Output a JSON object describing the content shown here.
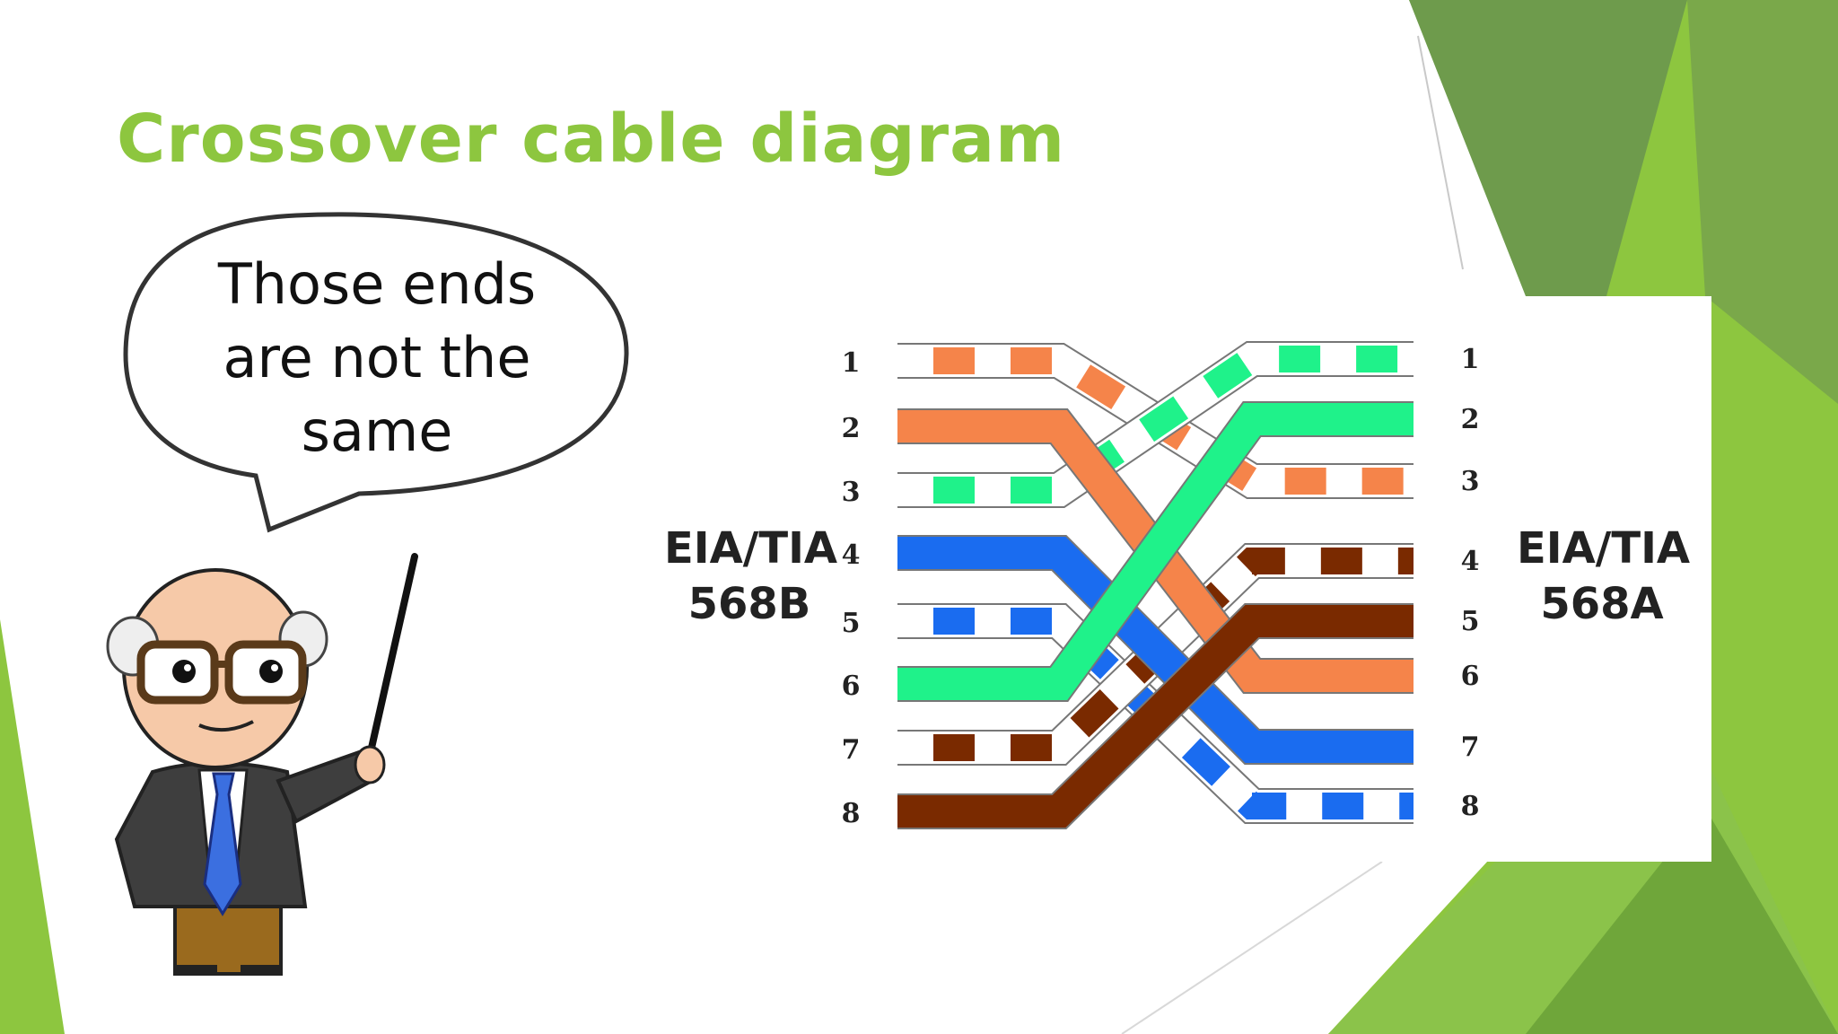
{
  "slide": {
    "title": "Crossover cable diagram",
    "speech_bubble": [
      "Those ends",
      "are not the",
      "same"
    ]
  },
  "diagram": {
    "left_standard": [
      "EIA/TIA",
      "568B"
    ],
    "right_standard": [
      "EIA/TIA",
      "568A"
    ],
    "pin_numbers": [
      "1",
      "2",
      "3",
      "4",
      "5",
      "6",
      "7",
      "8"
    ],
    "left_wires": [
      {
        "pin": "1",
        "color": "orange",
        "striped": true
      },
      {
        "pin": "2",
        "color": "orange",
        "striped": false
      },
      {
        "pin": "3",
        "color": "green",
        "striped": true
      },
      {
        "pin": "4",
        "color": "blue",
        "striped": false
      },
      {
        "pin": "5",
        "color": "blue",
        "striped": true
      },
      {
        "pin": "6",
        "color": "green",
        "striped": false
      },
      {
        "pin": "7",
        "color": "brown",
        "striped": true
      },
      {
        "pin": "8",
        "color": "brown",
        "striped": false
      }
    ],
    "right_wires": [
      {
        "pin": "1",
        "color": "green",
        "striped": true
      },
      {
        "pin": "2",
        "color": "green",
        "striped": false
      },
      {
        "pin": "3",
        "color": "orange",
        "striped": true
      },
      {
        "pin": "4",
        "color": "brown",
        "striped": true
      },
      {
        "pin": "5",
        "color": "brown",
        "striped": false
      },
      {
        "pin": "6",
        "color": "orange",
        "striped": false
      },
      {
        "pin": "7",
        "color": "blue",
        "striped": false
      },
      {
        "pin": "8",
        "color": "blue",
        "striped": true
      }
    ],
    "colors": {
      "orange": "#f5844a",
      "green": "#1ff28a",
      "blue": "#1a6cf0",
      "brown": "#7a2a00",
      "accent_green": "#8dc63f"
    }
  }
}
